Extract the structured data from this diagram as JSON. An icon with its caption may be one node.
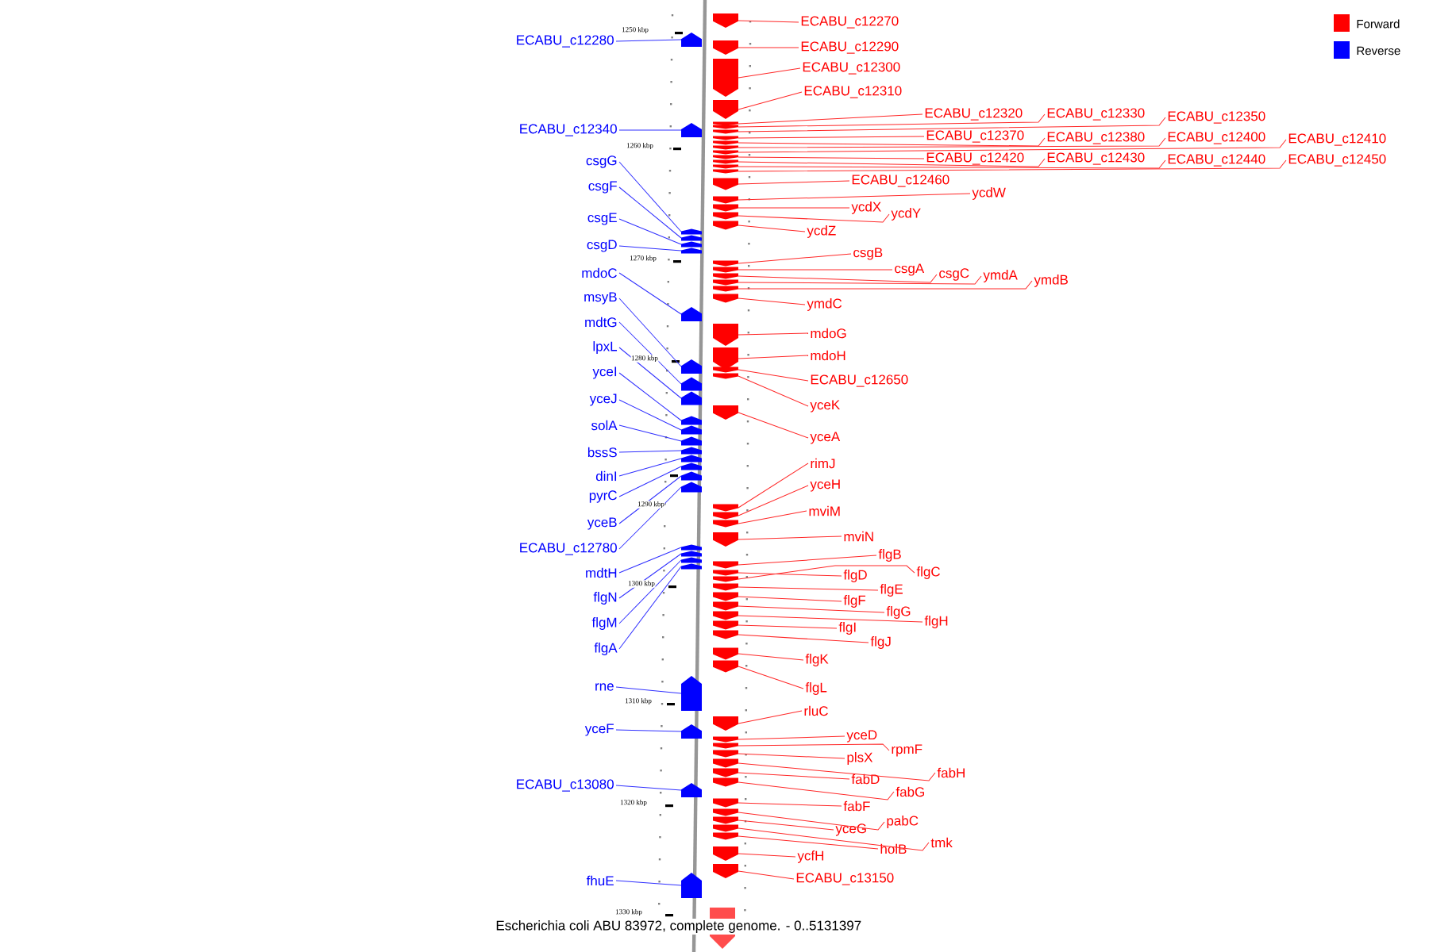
{
  "diagram": {
    "caption": "Escherichia coli ABU 83972, complete genome. - 0..5131397",
    "nodes": [
      {
        "text": [
          "ECABU_c12280"
        ]
      },
      {
        "text": [
          "ECABU_c12340"
        ]
      },
      {
        "text": [
          "csgG"
        ]
      },
      {
        "text": [
          "csgF"
        ]
      },
      {
        "text": [
          "csgE"
        ]
      },
      {
        "text": [
          "csgD"
        ]
      },
      {
        "text": [
          "mdoC"
        ]
      },
      {
        "text": [
          "msyB"
        ]
      },
      {
        "text": [
          "mdtG"
        ]
      },
      {
        "text": [
          "lpxL"
        ]
      },
      {
        "text": [
          "yceI"
        ]
      },
      {
        "text": [
          "yceJ"
        ]
      },
      {
        "text": [
          "solA"
        ]
      },
      {
        "text": [
          "bssS"
        ]
      },
      {
        "text": [
          "dinI"
        ]
      },
      {
        "text": [
          "pyrC"
        ]
      },
      {
        "text": [
          "yceB"
        ]
      },
      {
        "text": [
          "ECABU_c12780"
        ]
      },
      {
        "text": [
          "mdtH"
        ]
      },
      {
        "text": [
          "flgN"
        ]
      },
      {
        "text": [
          "flgM"
        ]
      },
      {
        "text": [
          "flgA"
        ]
      },
      {
        "text": [
          "rne"
        ]
      },
      {
        "text": [
          "yceF"
        ]
      },
      {
        "text": [
          "ECABU_c13080"
        ]
      },
      {
        "text": [
          "fhuE"
        ]
      },
      {
        "text": [
          "ECABU_c12270"
        ]
      },
      {
        "text": [
          "ECABU_c12290"
        ]
      },
      {
        "text": [
          "ECABU_c12300"
        ]
      },
      {
        "text": [
          "ECABU_c12310"
        ]
      },
      {
        "text": [
          "ECABU_c12320"
        ]
      },
      {
        "text": [
          "ECABU_c12330"
        ]
      },
      {
        "text": [
          "ECABU_c12350"
        ]
      },
      {
        "text": [
          "ECABU_c12370"
        ]
      },
      {
        "text": [
          "ECABU_c12380"
        ]
      },
      {
        "text": [
          "ECABU_c12400"
        ]
      },
      {
        "text": [
          "ECABU_c12410"
        ]
      },
      {
        "text": [
          "ECABU_c12420"
        ]
      },
      {
        "text": [
          "ECABU_c12430"
        ]
      },
      {
        "text": [
          "ECABU_c12440"
        ]
      },
      {
        "text": [
          "ECABU_c12450"
        ]
      },
      {
        "text": [
          "ECABU_c12460"
        ]
      },
      {
        "text": [
          "ycdW"
        ]
      },
      {
        "text": [
          "ycdX"
        ]
      },
      {
        "text": [
          "ycdY"
        ]
      },
      {
        "text": [
          "ycdZ"
        ]
      },
      {
        "text": [
          "csgB"
        ]
      },
      {
        "text": [
          "csgA"
        ]
      },
      {
        "text": [
          "csgC"
        ]
      },
      {
        "text": [
          "ymdA"
        ]
      },
      {
        "text": [
          "ymdB"
        ]
      },
      {
        "text": [
          "ymdC"
        ]
      },
      {
        "text": [
          "mdoG"
        ]
      },
      {
        "text": [
          "mdoH"
        ]
      },
      {
        "text": [
          "ECABU_c12650"
        ]
      },
      {
        "text": [
          "yceK"
        ]
      },
      {
        "text": [
          "yceA"
        ]
      },
      {
        "text": [
          "rimJ"
        ]
      },
      {
        "text": [
          "yceH"
        ]
      },
      {
        "text": [
          "mviM"
        ]
      },
      {
        "text": [
          "mviN"
        ]
      },
      {
        "text": [
          "flgB"
        ]
      },
      {
        "text": [
          "flgD"
        ]
      },
      {
        "text": [
          "flgC"
        ]
      },
      {
        "text": [
          "flgE"
        ]
      },
      {
        "text": [
          "flgF"
        ]
      },
      {
        "text": [
          "flgG"
        ]
      },
      {
        "text": [
          "flgH"
        ]
      },
      {
        "text": [
          "flgI"
        ]
      },
      {
        "text": [
          "flgJ"
        ]
      },
      {
        "text": [
          "flgK"
        ]
      },
      {
        "text": [
          "flgL"
        ]
      },
      {
        "text": [
          "rluC"
        ]
      },
      {
        "text": [
          "yceD"
        ]
      },
      {
        "text": [
          "rpmF"
        ]
      },
      {
        "text": [
          "plsX"
        ]
      },
      {
        "text": [
          "fabH"
        ]
      },
      {
        "text": [
          "fabD"
        ]
      },
      {
        "text": [
          "fabG"
        ]
      },
      {
        "text": [
          "fabF"
        ]
      },
      {
        "text": [
          "pabC"
        ]
      },
      {
        "text": [
          "yceG"
        ]
      },
      {
        "text": [
          "tmk"
        ]
      },
      {
        "text": [
          "holB"
        ]
      },
      {
        "text": [
          "ycfH"
        ]
      },
      {
        "text": [
          "ECABU_c13150"
        ]
      },
      {
        "text": [],
        "shape": "box"
      },
      {
        "text": [],
        "shape": "box"
      },
      {
        "text": [],
        "shape": "box"
      },
      {
        "text": [],
        "shape": "box"
      },
      {
        "text": [],
        "shape": "box"
      },
      {
        "text": [],
        "shape": "box"
      },
      {
        "text": [],
        "shape": "box"
      },
      {
        "text": [],
        "shape": "box"
      },
      {
        "text": [],
        "shape": "box"
      },
      {
        "text": [],
        "shape": "box"
      },
      {
        "text": [],
        "shape": "box"
      },
      {
        "text": [],
        "shape": "box"
      },
      {
        "text": [],
        "shape": "box"
      },
      {
        "text": [],
        "shape": "box"
      },
      {
        "text": [],
        "shape": "box"
      },
      {
        "text": [],
        "shape": "box"
      },
      {
        "text": [],
        "shape": "box"
      },
      {
        "text": [],
        "shape": "box"
      },
      {
        "text": [],
        "shape": "box"
      },
      {
        "text": [],
        "shape": "box"
      },
      {
        "text": [],
        "shape": "box"
      },
      {
        "text": [],
        "shape": "box"
      },
      {
        "text": [],
        "shape": "box"
      },
      {
        "text": [],
        "shape": "box"
      },
      {
        "text": [],
        "shape": "box"
      },
      {
        "text": [],
        "shape": "box"
      },
      {
        "text": [],
        "shape": "box"
      },
      {
        "text": [],
        "shape": "box"
      },
      {
        "text": [],
        "shape": "box"
      },
      {
        "text": [],
        "shape": "box"
      },
      {
        "text": [],
        "shape": "box"
      },
      {
        "text": [],
        "shape": "box"
      },
      {
        "text": [],
        "shape": "box"
      },
      {
        "text": [],
        "shape": "box"
      },
      {
        "text": [],
        "shape": "box"
      },
      {
        "text": [],
        "shape": "box"
      },
      {
        "text": [],
        "shape": "box"
      },
      {
        "text": [],
        "shape": "box"
      },
      {
        "text": [],
        "shape": "box"
      },
      {
        "text": [],
        "shape": "box"
      },
      {
        "text": [],
        "shape": "box"
      },
      {
        "text": [],
        "shape": "box"
      },
      {
        "text": [],
        "shape": "box"
      },
      {
        "text": [],
        "shape": "box"
      },
      {
        "text": [],
        "shape": "box"
      },
      {
        "text": [],
        "shape": "box"
      },
      {
        "text": [],
        "shape": "box"
      },
      {
        "text": [],
        "shape": "box"
      },
      {
        "text": [],
        "shape": "box"
      },
      {
        "text": [],
        "shape": "box"
      },
      {
        "text": [],
        "shape": "box"
      },
      {
        "text": [],
        "shape": "box"
      },
      {
        "text": [],
        "shape": "box"
      },
      {
        "text": [],
        "shape": "box"
      },
      {
        "text": [],
        "shape": "box"
      },
      {
        "text": [],
        "shape": "box"
      },
      {
        "text": [],
        "shape": "box"
      },
      {
        "text": [],
        "shape": "box"
      },
      {
        "text": [],
        "shape": "box"
      },
      {
        "text": [],
        "shape": "box"
      },
      {
        "text": [],
        "shape": "box"
      },
      {
        "text": [],
        "shape": "box"
      },
      {
        "text": [],
        "shape": "box"
      },
      {
        "text": [],
        "shape": "box"
      },
      {
        "text": [],
        "shape": "box"
      },
      {
        "text": [],
        "shape": "box"
      },
      {
        "text": [],
        "shape": "box"
      },
      {
        "text": [],
        "shape": "box"
      },
      {
        "text": [],
        "shape": "box"
      },
      {
        "text": [],
        "shape": "box"
      },
      {
        "text": [],
        "shape": "box"
      },
      {
        "text": [],
        "shape": "box"
      },
      {
        "text": [],
        "shape": "box"
      },
      {
        "text": [],
        "shape": "box"
      },
      {
        "text": [],
        "shape": "box"
      },
      {
        "text": [],
        "shape": "box"
      },
      {
        "text": [],
        "shape": "box"
      },
      {
        "text": [],
        "shape": "box"
      },
      {
        "text": [],
        "shape": "box"
      },
      {
        "text": [],
        "shape": "box"
      },
      {
        "text": [],
        "shape": "box"
      },
      {
        "text": [],
        "shape": "box"
      },
      {
        "text": [],
        "shape": "box"
      },
      {
        "text": [],
        "shape": "box"
      },
      {
        "text": [],
        "shape": "box"
      },
      {
        "text": [],
        "shape": "box"
      }
    ],
    "edges": [
      {
        "from": 0,
        "to": 86,
        "arrow": "none",
        "color": "#3030ff"
      },
      {
        "from": 1,
        "to": 87,
        "arrow": "none",
        "color": "#3030ff"
      },
      {
        "from": 2,
        "to": 88,
        "arrow": "none",
        "color": "#3030ff"
      },
      {
        "from": 3,
        "to": 89,
        "arrow": "none",
        "color": "#3030ff"
      },
      {
        "from": 4,
        "to": 90,
        "arrow": "none",
        "color": "#3030ff"
      },
      {
        "from": 5,
        "to": 91,
        "arrow": "none",
        "color": "#3030ff"
      },
      {
        "from": 6,
        "to": 92,
        "arrow": "none",
        "color": "#3030ff"
      },
      {
        "from": 7,
        "to": 93,
        "arrow": "none",
        "color": "#3030ff"
      },
      {
        "from": 8,
        "to": 94,
        "arrow": "none",
        "color": "#3030ff"
      },
      {
        "from": 9,
        "to": 95,
        "arrow": "none",
        "color": "#3030ff"
      },
      {
        "from": 10,
        "to": 96,
        "arrow": "none",
        "color": "#3030ff"
      },
      {
        "from": 11,
        "to": 97,
        "arrow": "none",
        "color": "#3030ff"
      },
      {
        "from": 12,
        "to": 98,
        "arrow": "none",
        "color": "#3030ff"
      },
      {
        "from": 13,
        "to": 99,
        "arrow": "none",
        "color": "#3030ff"
      },
      {
        "from": 14,
        "to": 100,
        "arrow": "none",
        "color": "#3030ff"
      },
      {
        "from": 15,
        "to": 101,
        "arrow": "none",
        "color": "#3030ff"
      },
      {
        "from": 16,
        "to": 102,
        "arrow": "none",
        "color": "#3030ff"
      },
      {
        "from": 17,
        "to": 103,
        "arrow": "none",
        "color": "#3030ff"
      },
      {
        "from": 18,
        "to": 104,
        "arrow": "none",
        "color": "#3030ff"
      },
      {
        "from": 19,
        "to": 105,
        "arrow": "none",
        "color": "#3030ff"
      },
      {
        "from": 20,
        "to": 106,
        "arrow": "none",
        "color": "#3030ff"
      },
      {
        "from": 21,
        "to": 107,
        "arrow": "none",
        "color": "#3030ff"
      },
      {
        "from": 22,
        "to": 108,
        "arrow": "none",
        "color": "#3030ff"
      },
      {
        "from": 23,
        "to": 109,
        "arrow": "none",
        "color": "#3030ff"
      },
      {
        "from": 24,
        "to": 110,
        "arrow": "none",
        "color": "#3030ff"
      },
      {
        "from": 25,
        "to": 111,
        "arrow": "none",
        "color": "#3030ff"
      },
      {
        "from": 26,
        "to": 112,
        "arrow": "none"
      },
      {
        "from": 27,
        "to": 113,
        "arrow": "none"
      },
      {
        "from": 28,
        "to": 114,
        "arrow": "none"
      },
      {
        "from": 29,
        "to": 115,
        "arrow": "none"
      },
      {
        "from": 30,
        "to": 116,
        "arrow": "none"
      },
      {
        "from": 31,
        "to": 117,
        "arrow": "none"
      },
      {
        "from": 32,
        "to": 118,
        "arrow": "none"
      },
      {
        "from": 33,
        "to": 119,
        "arrow": "none"
      },
      {
        "from": 34,
        "to": 120,
        "arrow": "none"
      },
      {
        "from": 35,
        "to": 121,
        "arrow": "none"
      },
      {
        "from": 36,
        "to": 122,
        "arrow": "none"
      },
      {
        "from": 37,
        "to": 123,
        "arrow": "none"
      },
      {
        "from": 38,
        "to": 124,
        "arrow": "none"
      },
      {
        "from": 39,
        "to": 125,
        "arrow": "none"
      },
      {
        "from": 40,
        "to": 126,
        "arrow": "none"
      },
      {
        "from": 41,
        "to": 127,
        "arrow": "none"
      },
      {
        "from": 42,
        "to": 128,
        "arrow": "none"
      },
      {
        "from": 43,
        "to": 129,
        "arrow": "none"
      },
      {
        "from": 44,
        "to": 130,
        "arrow": "none"
      },
      {
        "from": 45,
        "to": 131,
        "arrow": "none"
      },
      {
        "from": 46,
        "to": 132,
        "arrow": "none"
      },
      {
        "from": 47,
        "to": 133,
        "arrow": "none"
      },
      {
        "from": 48,
        "to": 134,
        "arrow": "none"
      },
      {
        "from": 49,
        "to": 135,
        "arrow": "none"
      },
      {
        "from": 50,
        "to": 136,
        "arrow": "none"
      },
      {
        "from": 51,
        "to": 137,
        "arrow": "none"
      },
      {
        "from": 52,
        "to": 138,
        "arrow": "none"
      },
      {
        "from": 53,
        "to": 139,
        "arrow": "none"
      },
      {
        "from": 54,
        "to": 140,
        "arrow": "none"
      },
      {
        "from": 55,
        "to": 141,
        "arrow": "none"
      },
      {
        "from": 56,
        "to": 142,
        "arrow": "none"
      },
      {
        "from": 57,
        "to": 143,
        "arrow": "none"
      },
      {
        "from": 58,
        "to": 144,
        "arrow": "none"
      },
      {
        "from": 59,
        "to": 145,
        "arrow": "none"
      },
      {
        "from": 60,
        "to": 146,
        "arrow": "none"
      },
      {
        "from": 61,
        "to": 147,
        "arrow": "none"
      },
      {
        "from": 62,
        "to": 148,
        "arrow": "none"
      },
      {
        "from": 63,
        "to": 149,
        "arrow": "none"
      },
      {
        "from": 64,
        "to": 150,
        "arrow": "none"
      },
      {
        "from": 65,
        "to": 151,
        "arrow": "none"
      },
      {
        "from": 66,
        "to": 152,
        "arrow": "none"
      },
      {
        "from": 67,
        "to": 153,
        "arrow": "none"
      },
      {
        "from": 68,
        "to": 154,
        "arrow": "none"
      },
      {
        "from": 69,
        "to": 155,
        "arrow": "none"
      },
      {
        "from": 70,
        "to": 156,
        "arrow": "none"
      },
      {
        "from": 71,
        "to": 157,
        "arrow": "none"
      },
      {
        "from": 72,
        "to": 158,
        "arrow": "none"
      },
      {
        "from": 73,
        "to": 159,
        "arrow": "none"
      },
      {
        "from": 74,
        "to": 160,
        "arrow": "none"
      },
      {
        "from": 75,
        "to": 161,
        "arrow": "none"
      },
      {
        "from": 76,
        "to": 162,
        "arrow": "none"
      },
      {
        "from": 77,
        "to": 163,
        "arrow": "none"
      },
      {
        "from": 78,
        "to": 164,
        "arrow": "none"
      },
      {
        "from": 79,
        "to": 165,
        "arrow": "none"
      },
      {
        "from": 80,
        "to": 166,
        "arrow": "none"
      },
      {
        "from": 81,
        "to": 167,
        "arrow": "none"
      },
      {
        "from": 82,
        "to": 168,
        "arrow": "none"
      },
      {
        "from": 83,
        "to": 169,
        "arrow": "none"
      },
      {
        "from": 84,
        "to": 170,
        "arrow": "none"
      },
      {
        "from": 85,
        "to": 171,
        "arrow": "none"
      }
    ],
    "labels": [
      "1250 kbp",
      "1260 kbp",
      "1270 kbp",
      "1280 kbp",
      "1290 kbp",
      "1300 kbp",
      "1310 kbp",
      "1320 kbp",
      "1330 kbp"
    ],
    "legend": [
      {
        "text": "Forward",
        "color": "#ff0000"
      },
      {
        "text": "Reverse",
        "color": "#0000ff"
      }
    ]
  }
}
